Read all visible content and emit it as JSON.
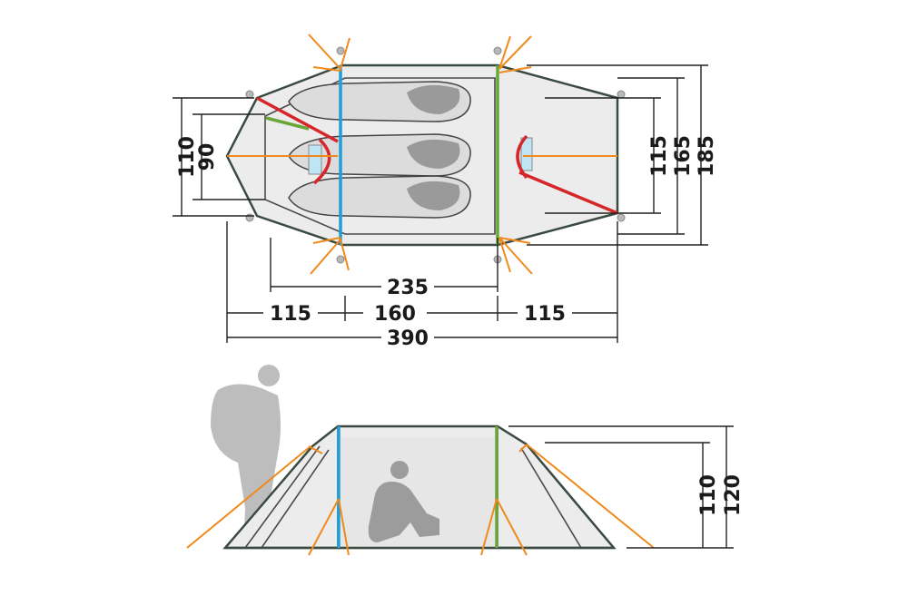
{
  "colors": {
    "pole_blue": "#1e9fd8",
    "pole_green": "#6aa637",
    "pole_red": "#d6262a",
    "guy_line": "#f08a1c",
    "dimension_line": "#222222",
    "tent_fill": "#ececec"
  },
  "top_view": {
    "dimensions": {
      "left_outer": "110",
      "left_inner": "90",
      "right_inner": "115",
      "right_mid": "165",
      "right_outer": "185",
      "inner_length": "235",
      "front_vestibule": "115",
      "cabin_length": "160",
      "rear_vestibule": "115",
      "total_length": "390"
    },
    "sleeping_bags": 3
  },
  "side_view": {
    "dimensions": {
      "inner_height": "110",
      "outer_height": "120"
    },
    "figures": [
      "standing-hiker-silhouette",
      "sitting-person-silhouette"
    ]
  }
}
